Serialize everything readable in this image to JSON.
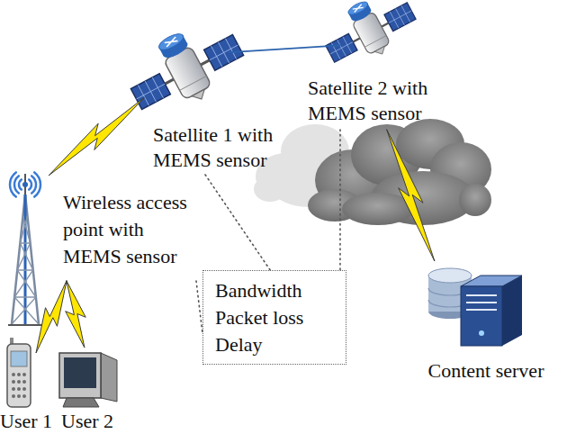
{
  "diagram": {
    "nodes": [
      {
        "text": [
          "Satellite 1 with MEMS sensor"
        ]
      },
      {
        "text": [
          "Satellite 2 with MEMS sensor"
        ]
      },
      {
        "text": [
          "Wireless access point with MEMS sensor"
        ]
      },
      {
        "text": [
          "Bandwidth",
          "Packet loss",
          "Delay"
        ]
      },
      {
        "text": [
          "Content server"
        ]
      },
      {
        "text": [
          "User 1"
        ]
      },
      {
        "text": [
          "User 2"
        ]
      }
    ],
    "edges": [
      {
        "from": 0,
        "to": 1,
        "arrow": "none"
      },
      {
        "from": 0,
        "to": 2,
        "arrow": "none"
      },
      {
        "from": 2,
        "to": 5,
        "arrow": "none"
      },
      {
        "from": 2,
        "to": 6,
        "arrow": "none"
      },
      {
        "from": 1,
        "to": 4,
        "arrow": "none"
      },
      {
        "from": 0,
        "to": 3,
        "arrow": "none"
      },
      {
        "from": 1,
        "to": 3,
        "arrow": "none"
      },
      {
        "from": 2,
        "to": 3,
        "arrow": "none"
      }
    ]
  }
}
